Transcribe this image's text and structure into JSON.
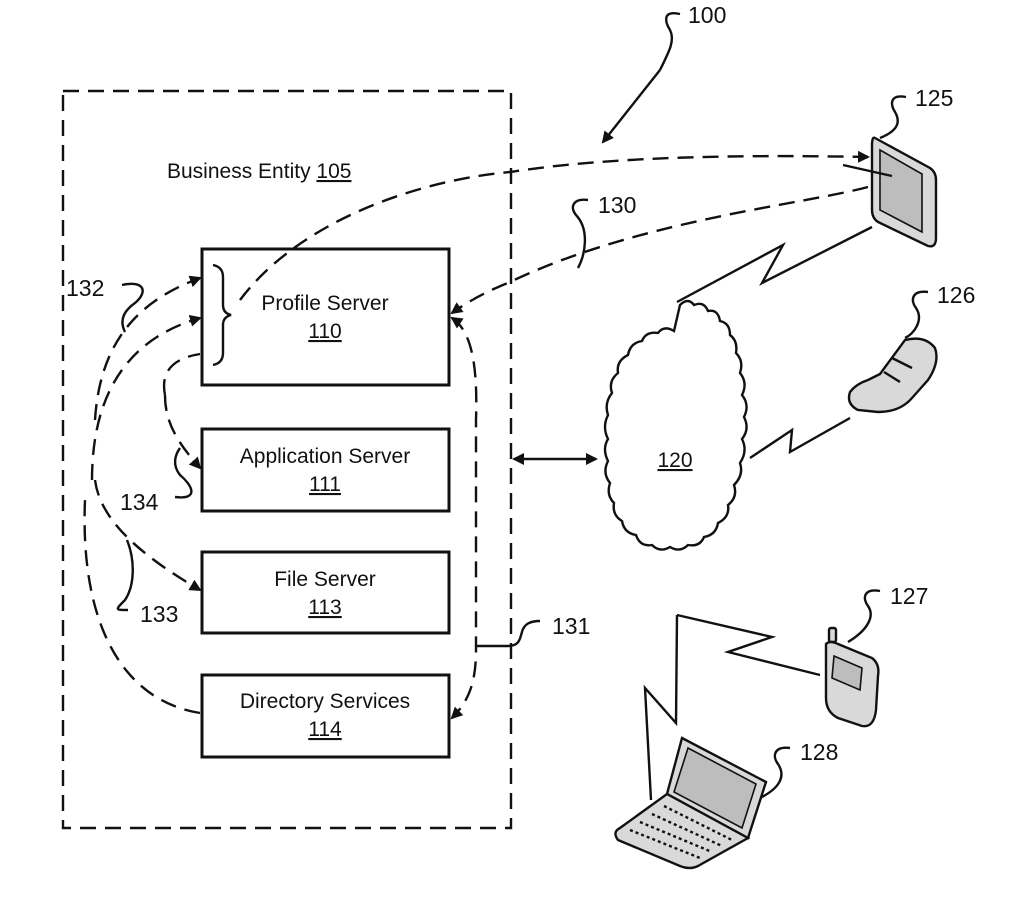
{
  "figure": {
    "system_ref": "100",
    "business_entity": {
      "label": "Business Entity",
      "ref": "105"
    },
    "servers": [
      {
        "label": "Profile Server",
        "ref": "110"
      },
      {
        "label": "Application Server",
        "ref": "111"
      },
      {
        "label": "File Server",
        "ref": "113"
      },
      {
        "label": "Directory Services",
        "ref": "114"
      }
    ],
    "network": {
      "ref": "120"
    },
    "devices": [
      {
        "type": "tablet-with-stylus",
        "ref": "125"
      },
      {
        "type": "flip-phone",
        "ref": "126"
      },
      {
        "type": "cell-phone",
        "ref": "127"
      },
      {
        "type": "laptop",
        "ref": "128"
      }
    ],
    "connections": [
      {
        "ref": "130",
        "description": "dashed path between tablet 125 and Profile Server 110"
      },
      {
        "ref": "131",
        "description": "dashed path from Profile Server 110 to Directory Services 114"
      },
      {
        "ref": "132",
        "description": "dashed paths into Profile Server 110"
      },
      {
        "ref": "133",
        "description": "dashed path to File Server 113"
      },
      {
        "ref": "134",
        "description": "dashed path to Application Server 111"
      }
    ]
  }
}
